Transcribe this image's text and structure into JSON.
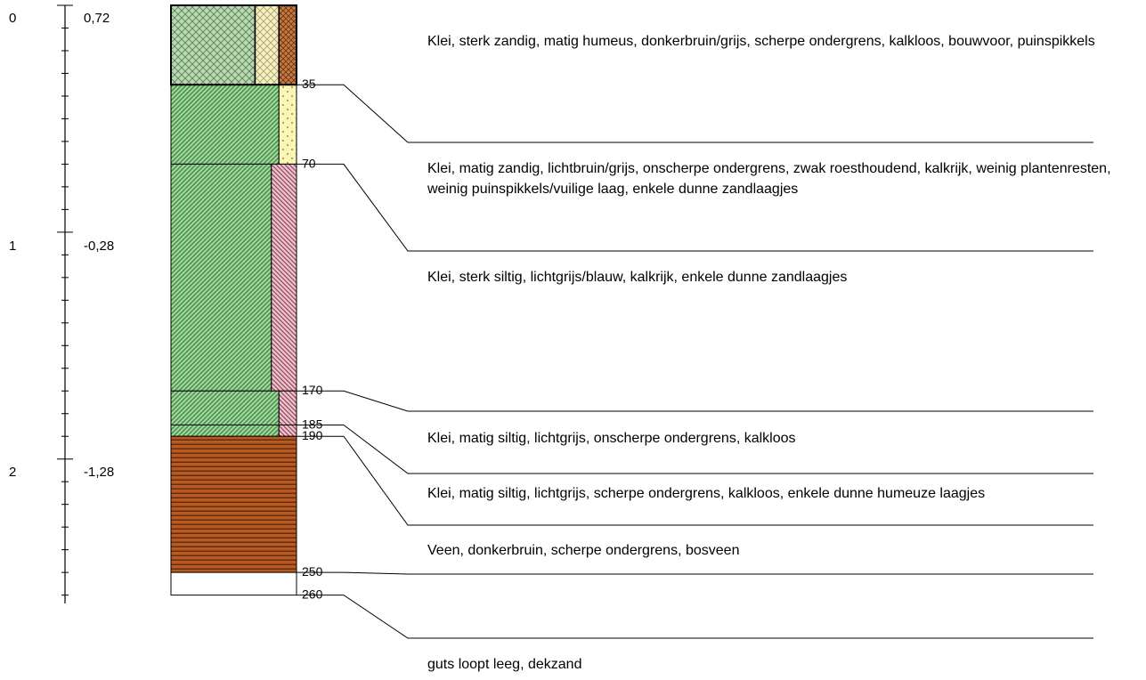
{
  "depth_axis": {
    "meters": [
      "0",
      "1",
      "2"
    ],
    "nap_levels": [
      "0,72",
      "-0,28",
      "-1,28"
    ]
  },
  "layers": [
    {
      "top_cm": 0,
      "bottom_cm": 35,
      "bottom_label": "35",
      "components": [
        {
          "pattern": "crosshatch-green",
          "share": 0.67
        },
        {
          "pattern": "crosshatch-yellow",
          "share": 0.19
        },
        {
          "pattern": "crosshatch-brown",
          "share": 0.14
        }
      ],
      "description": "Klei, sterk zandig, matig humeus, donkerbruin/grijs, scherpe ondergrens, kalkloos, bouwvoor, puinspikkels"
    },
    {
      "top_cm": 35,
      "bottom_cm": 70,
      "bottom_label": "70",
      "components": [
        {
          "pattern": "diagonal-green",
          "share": 0.86
        },
        {
          "pattern": "dots-yellow",
          "share": 0.14
        }
      ],
      "description": "Klei, matig zandig, lichtbruin/grijs, onscherpe ondergrens, zwak roesthoudend, kalkrijk, weinig plantenresten, weinig puinspikkels/vuilige laag, enkele dunne zandlaagjes"
    },
    {
      "top_cm": 70,
      "bottom_cm": 170,
      "bottom_label": "170",
      "components": [
        {
          "pattern": "diagonal-green",
          "share": 0.8
        },
        {
          "pattern": "diagonal-pink",
          "share": 0.2
        }
      ],
      "description": "Klei, sterk siltig, lichtgrijs/blauw, kalkrijk, enkele dunne zandlaagjes"
    },
    {
      "top_cm": 170,
      "bottom_cm": 185,
      "bottom_label": "185",
      "components": [
        {
          "pattern": "diagonal-green",
          "share": 0.86
        },
        {
          "pattern": "diagonal-pink",
          "share": 0.14
        }
      ],
      "description": "Klei, matig siltig, lichtgrijs, onscherpe ondergrens, kalkloos"
    },
    {
      "top_cm": 185,
      "bottom_cm": 190,
      "bottom_label": "190",
      "components": [
        {
          "pattern": "diagonal-green",
          "share": 0.86
        },
        {
          "pattern": "diagonal-pink",
          "share": 0.14
        }
      ],
      "description": "Klei, matig siltig, lichtgrijs, scherpe ondergrens, kalkloos, enkele dunne humeuze laagjes"
    },
    {
      "top_cm": 190,
      "bottom_cm": 250,
      "bottom_label": "250",
      "components": [
        {
          "pattern": "horizontal-brown",
          "share": 1.0
        }
      ],
      "description": "Veen,  donkerbruin, scherpe ondergrens, bosveen"
    },
    {
      "top_cm": 250,
      "bottom_cm": 260,
      "bottom_label": "260",
      "components": [
        {
          "pattern": "blank",
          "share": 1.0
        }
      ],
      "description": "guts loopt leeg, dekzand"
    }
  ],
  "colors": {
    "green": "#9fd39a",
    "yellow": "#fbf4b4",
    "brown": "#c0662e",
    "pink": "#e8aec0",
    "peat": "#b4561e",
    "line": "#000000"
  }
}
